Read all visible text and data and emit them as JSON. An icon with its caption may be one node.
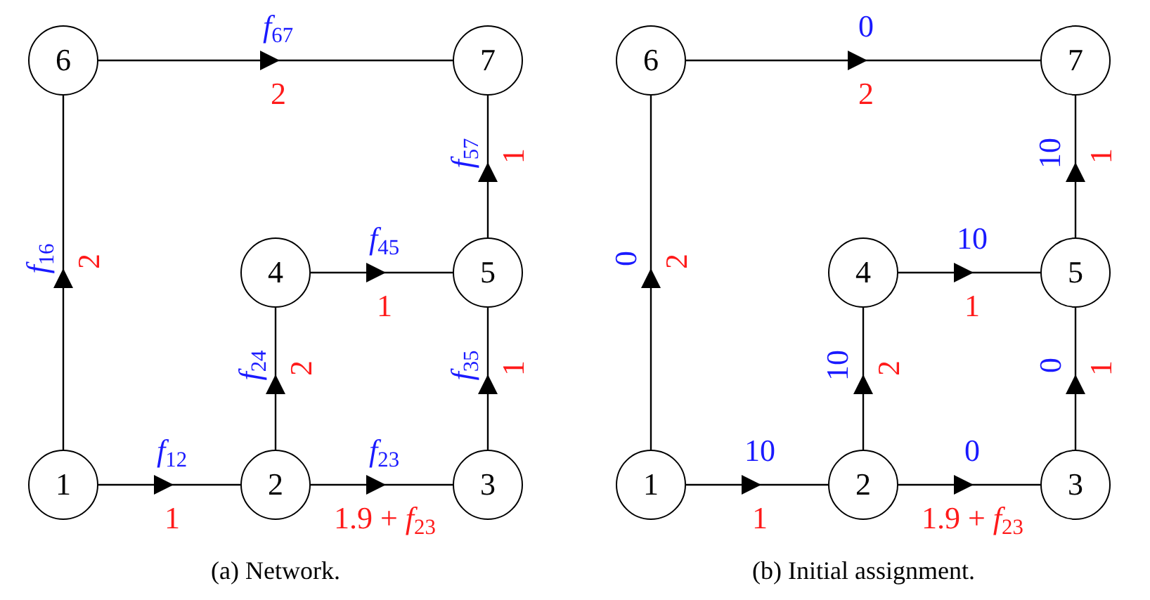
{
  "diagram": {
    "nodes": [
      {
        "text": [
          "6"
        ]
      },
      {
        "text": [
          "7"
        ]
      },
      {
        "text": [
          "4"
        ]
      },
      {
        "text": [
          "5"
        ]
      },
      {
        "text": [
          "1"
        ]
      },
      {
        "text": [
          "2"
        ]
      },
      {
        "text": [
          "3"
        ]
      },
      {
        "text": [
          "6"
        ]
      },
      {
        "text": [
          "7"
        ]
      },
      {
        "text": [
          "4"
        ]
      },
      {
        "text": [
          "5"
        ]
      },
      {
        "text": [
          "1"
        ]
      },
      {
        "text": [
          "2"
        ]
      },
      {
        "text": [
          "3"
        ]
      }
    ],
    "edges": [
      {
        "from": 4,
        "to": 5,
        "arrow": "to",
        "label": "*f*$_{12}$"
      },
      {
        "from": 5,
        "to": 6,
        "arrow": "to",
        "label": "*f*$_{23}$"
      },
      {
        "from": 5,
        "to": 2,
        "arrow": "to",
        "label": "*f*$_{24}$"
      },
      {
        "from": 6,
        "to": 3,
        "arrow": "to",
        "label": "*f*$_{35}$"
      },
      {
        "from": 2,
        "to": 3,
        "arrow": "to",
        "label": "*f*$_{45}$"
      },
      {
        "from": 3,
        "to": 1,
        "arrow": "to",
        "label": "*f*$_{57}$"
      },
      {
        "from": 4,
        "to": 0,
        "arrow": "to",
        "label": "*f*$_{16}$"
      },
      {
        "from": 0,
        "to": 1,
        "arrow": "to",
        "label": "*f*$_{67}$"
      },
      {
        "from": 11,
        "to": 12,
        "arrow": "to",
        "label": "10"
      },
      {
        "from": 12,
        "to": 13,
        "arrow": "to",
        "label": "0"
      },
      {
        "from": 12,
        "to": 9,
        "arrow": "to",
        "label": "10"
      },
      {
        "from": 13,
        "to": 10,
        "arrow": "to",
        "label": "0"
      },
      {
        "from": 9,
        "to": 10,
        "arrow": "to",
        "label": "10"
      },
      {
        "from": 10,
        "to": 8,
        "arrow": "to",
        "label": "10"
      },
      {
        "from": 11,
        "to": 7,
        "arrow": "to",
        "label": "0"
      },
      {
        "from": 7,
        "to": 8,
        "arrow": "to",
        "label": "0"
      }
    ],
    "labels": [
      "1",
      "1.9 + *f*$_{23}$",
      "2",
      "1",
      "1",
      "1",
      "2",
      "2",
      "(a) Network.",
      "1",
      "1.9 + *f*$_{23}$",
      "2",
      "1",
      "1",
      "1",
      "2",
      "2",
      "(b) Initial assignment."
    ]
  }
}
